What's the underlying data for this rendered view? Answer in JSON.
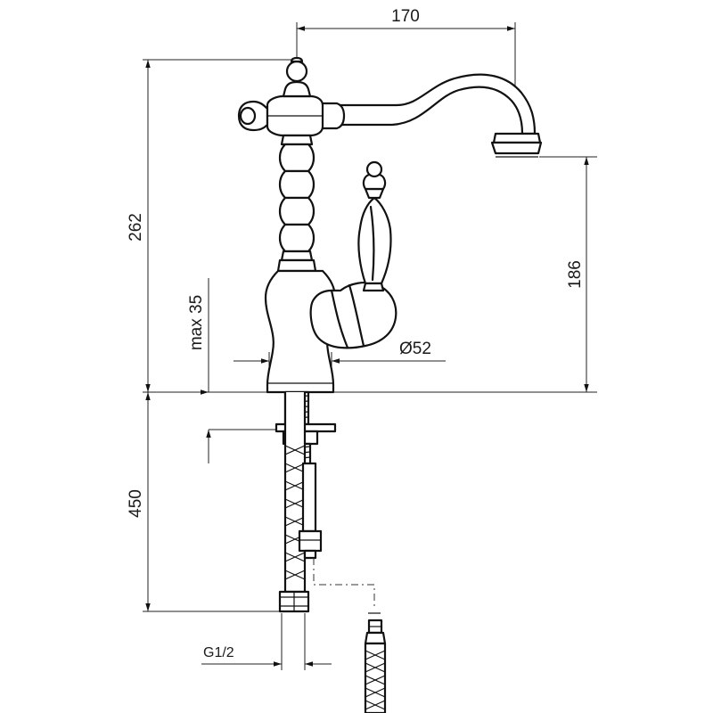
{
  "dimensions": {
    "spout_reach": "170",
    "total_height": "262",
    "spout_height": "186",
    "max_deck_thickness": "max 35",
    "base_diameter": "Ø52",
    "hose_length": "450",
    "connection_thread": "G1/2"
  },
  "colors": {
    "line": "#111111",
    "background": "#ffffff"
  }
}
